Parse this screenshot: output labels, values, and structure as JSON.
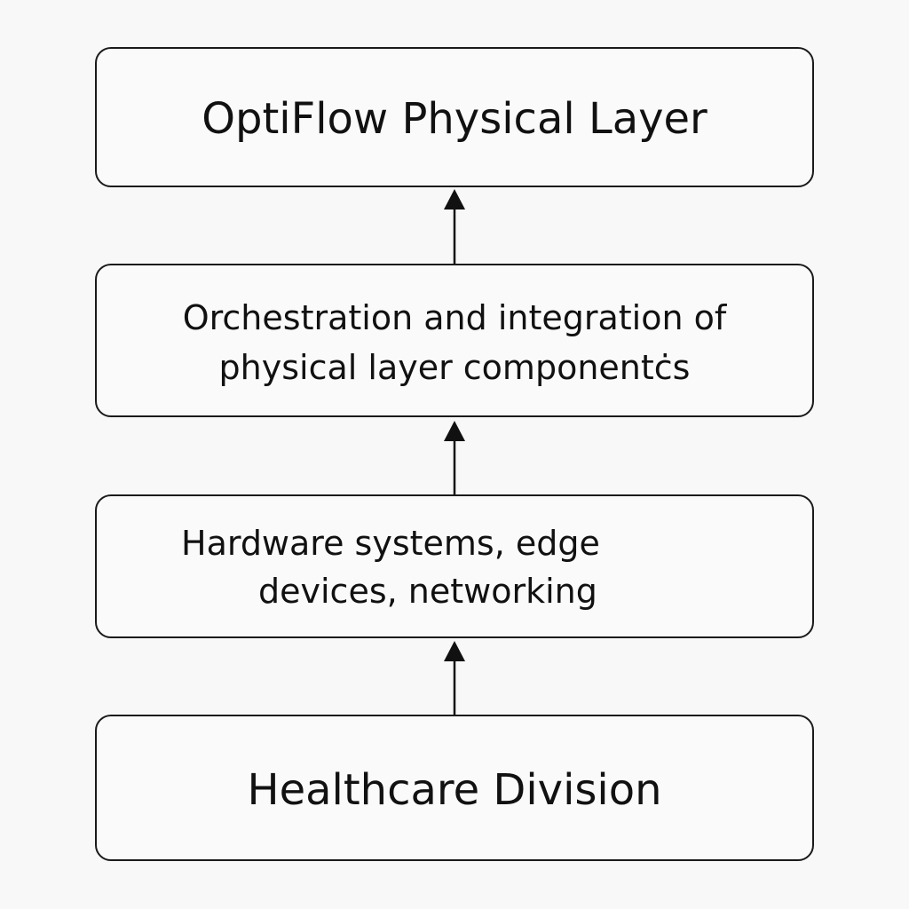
{
  "diagram": {
    "nodes": {
      "top": {
        "label": "OptiFlow Physical Layer"
      },
      "orchestration": {
        "line1": "Orchestration and integration of",
        "line2": "physical layer componentċs"
      },
      "hardware": {
        "line1": "Hardware systems, edge",
        "line2": "devices, networking"
      },
      "healthcare": {
        "label": "Healthcare Division"
      }
    },
    "edges": [
      {
        "from": "healthcare",
        "to": "hardware"
      },
      {
        "from": "hardware",
        "to": "orchestration"
      },
      {
        "from": "orchestration",
        "to": "top"
      }
    ]
  }
}
